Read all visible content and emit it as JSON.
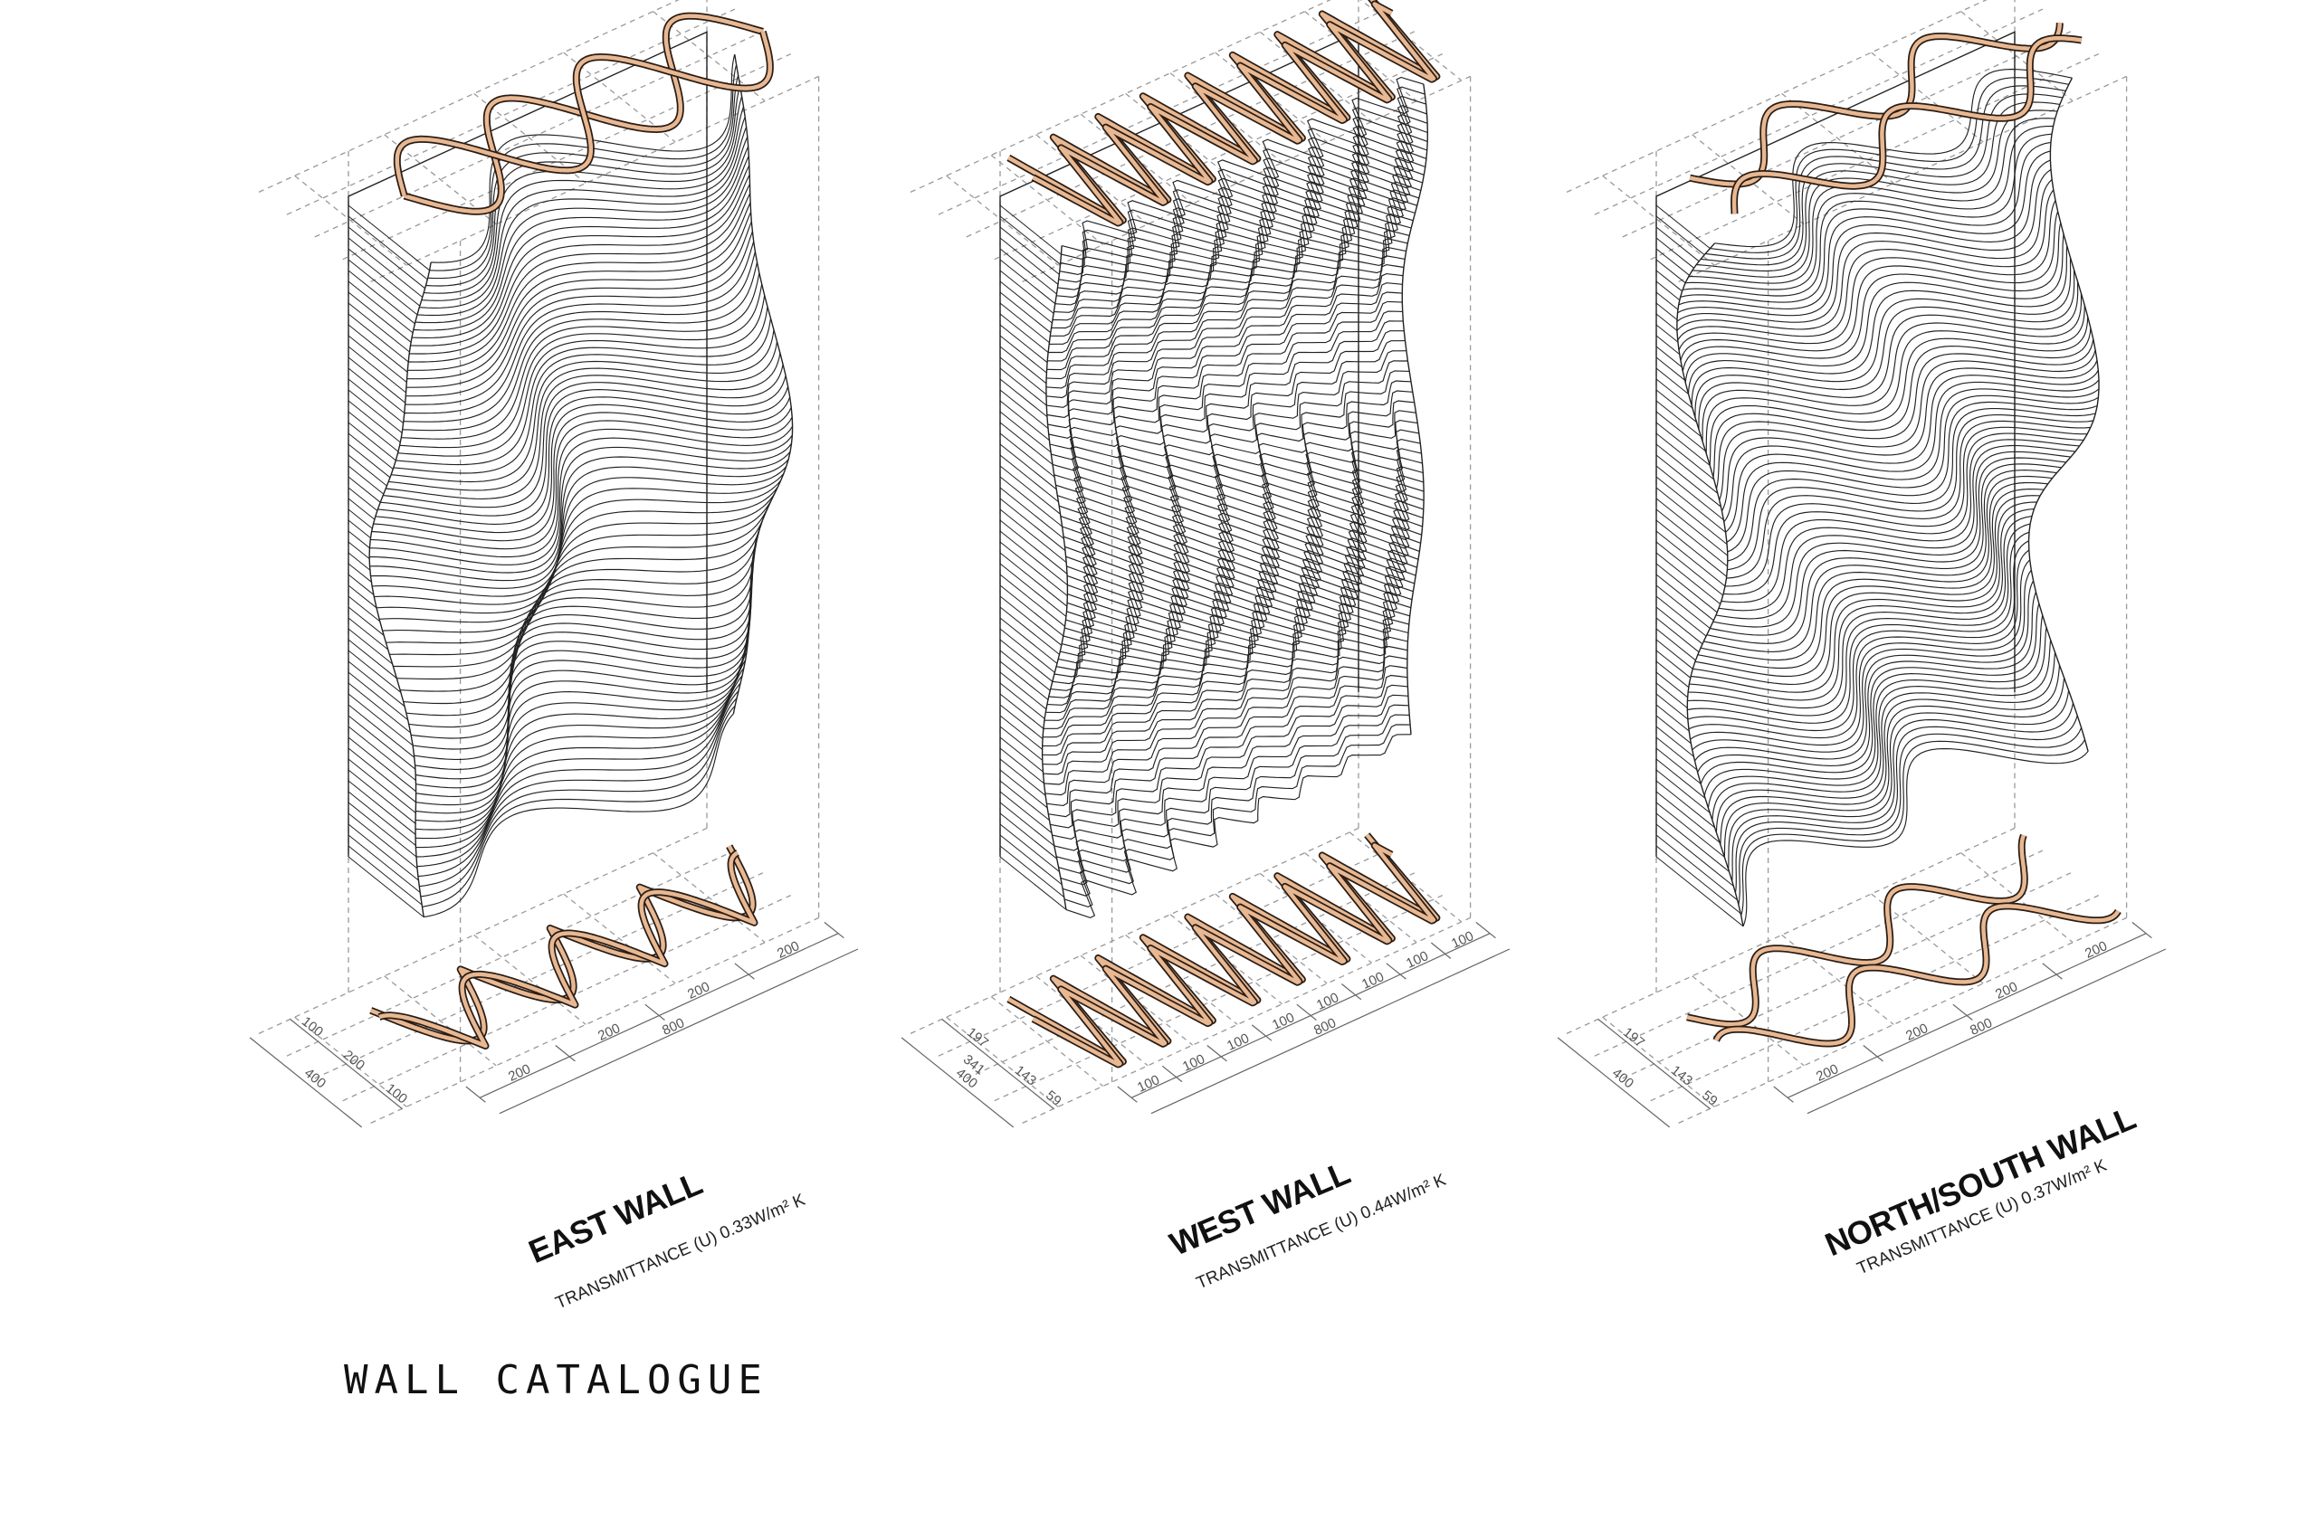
{
  "title": "WALL CATALOGUE",
  "colors": {
    "line": "#222222",
    "guide": "#9a9a9a",
    "ribbon_fill": "#e8b892",
    "ribbon_edge": "#2a1d15"
  },
  "walls": [
    {
      "name": "EAST WALL",
      "transmittance": "TRANSMITTANCE (U) 0.33W/m² K",
      "width_dims": [
        "200",
        "200",
        "200",
        "200"
      ],
      "total_width": "800",
      "depth_dims": [
        "100",
        "200",
        "100"
      ],
      "total_depth": "400"
    },
    {
      "name": "WEST WALL",
      "transmittance": "TRANSMITTANCE (U) 0.44W/m² K",
      "width_dims": [
        "100",
        "100",
        "100",
        "100",
        "100",
        "100",
        "100",
        "100"
      ],
      "total_width": "800",
      "depth_dims": [
        "197",
        "143",
        "59"
      ],
      "depth_subtotal": "341",
      "total_depth": "400"
    },
    {
      "name": "NORTH/SOUTH WALL",
      "transmittance": "TRANSMITTANCE (U) 0.37W/m² K",
      "width_dims": [
        "200",
        "200",
        "200",
        "200"
      ],
      "total_width": "800",
      "depth_dims": [
        "197",
        "143",
        "59"
      ],
      "total_depth": "400"
    }
  ]
}
